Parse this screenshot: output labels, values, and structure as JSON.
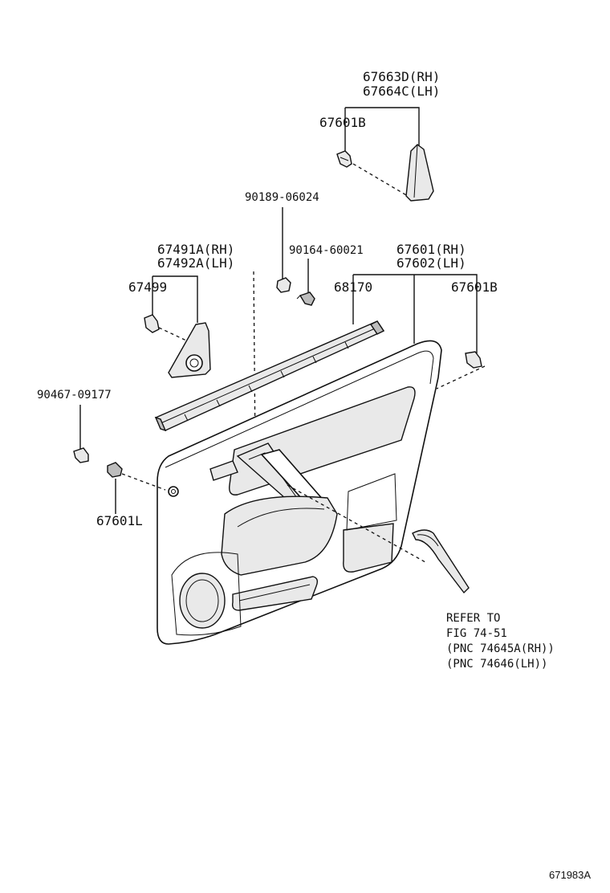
{
  "labels": {
    "p67663D": "67663D(RH)",
    "p67664C": "67664C(LH)",
    "p67601B_top": "67601B",
    "p90189": "90189-06024",
    "p67491A": "67491A(RH)",
    "p67492A": "67492A(LH)",
    "p67499": "67499",
    "p90164": "90164-60021",
    "p67601": "67601(RH)",
    "p67602": "67602(LH)",
    "p68170": "68170",
    "p67601B_right": "67601B",
    "p90467": "90467-09177",
    "p67601L": "67601L",
    "refer_line1": "REFER TO",
    "refer_line2": "FIG 74-51",
    "refer_line3": "(PNC 74645A(RH))",
    "refer_line4": "(PNC 74646(LH))",
    "figure_id": "671983A"
  },
  "colors": {
    "ink": "#111111",
    "panel_fill": "#ffffff",
    "shade_light": "#e9e9e9",
    "shade_dark": "#bdbdbd"
  }
}
